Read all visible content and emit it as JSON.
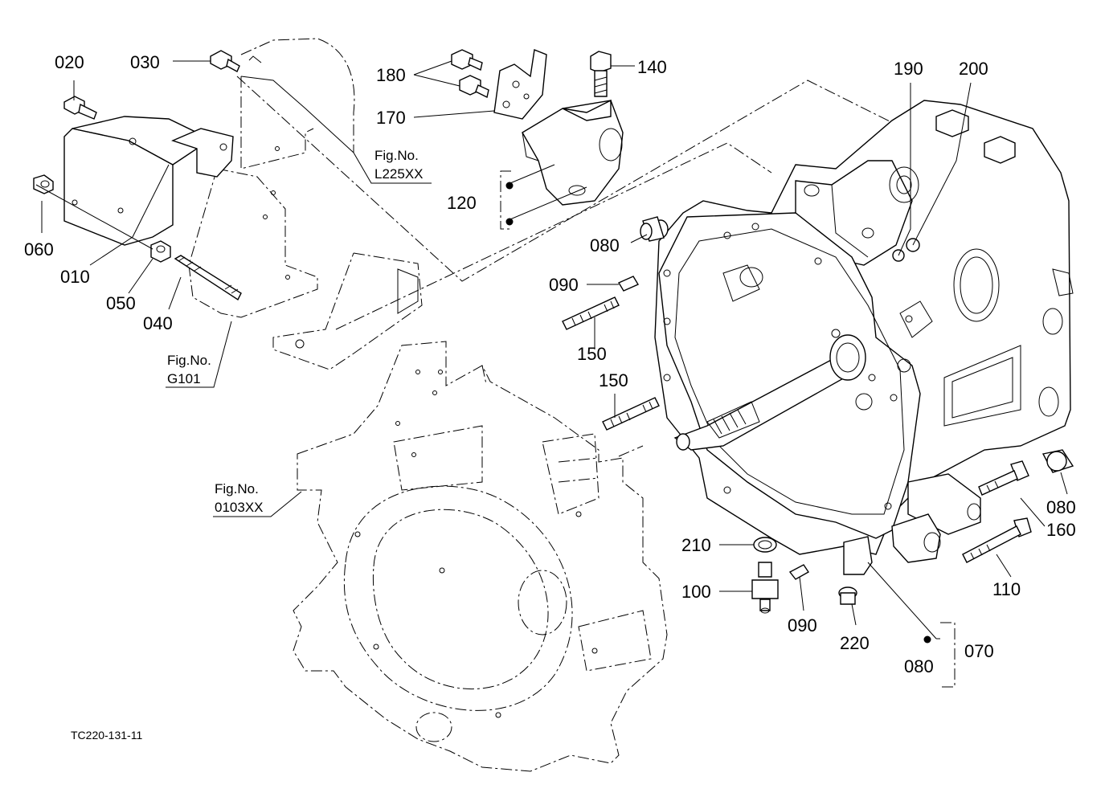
{
  "parts": [
    {
      "id": "p020",
      "label": "020"
    },
    {
      "id": "p030",
      "label": "030"
    },
    {
      "id": "p060",
      "label": "060"
    },
    {
      "id": "p010",
      "label": "010"
    },
    {
      "id": "p050",
      "label": "050"
    },
    {
      "id": "p040",
      "label": "040"
    },
    {
      "id": "p180",
      "label": "180"
    },
    {
      "id": "p170",
      "label": "170"
    },
    {
      "id": "p140",
      "label": "140"
    },
    {
      "id": "p120",
      "label": "120"
    },
    {
      "id": "p190",
      "label": "190"
    },
    {
      "id": "p200",
      "label": "200"
    },
    {
      "id": "p080a",
      "label": "080"
    },
    {
      "id": "p090a",
      "label": "090"
    },
    {
      "id": "p150a",
      "label": "150"
    },
    {
      "id": "p150b",
      "label": "150"
    },
    {
      "id": "p080b",
      "label": "080"
    },
    {
      "id": "p160",
      "label": "160"
    },
    {
      "id": "p110",
      "label": "110"
    },
    {
      "id": "p210",
      "label": "210"
    },
    {
      "id": "p100",
      "label": "100"
    },
    {
      "id": "p090b",
      "label": "090"
    },
    {
      "id": "p220",
      "label": "220"
    },
    {
      "id": "p080c",
      "label": "080"
    },
    {
      "id": "p070",
      "label": "070"
    }
  ],
  "figure_refs": [
    {
      "id": "l225",
      "prefix": "Fig.No.",
      "code": "L225XX"
    },
    {
      "id": "g101",
      "prefix": "Fig.No.",
      "code": "G101"
    },
    {
      "id": "f0103",
      "prefix": "Fig.No.",
      "code": "0103XX"
    }
  ],
  "drawing_code": "TC220-131-11"
}
